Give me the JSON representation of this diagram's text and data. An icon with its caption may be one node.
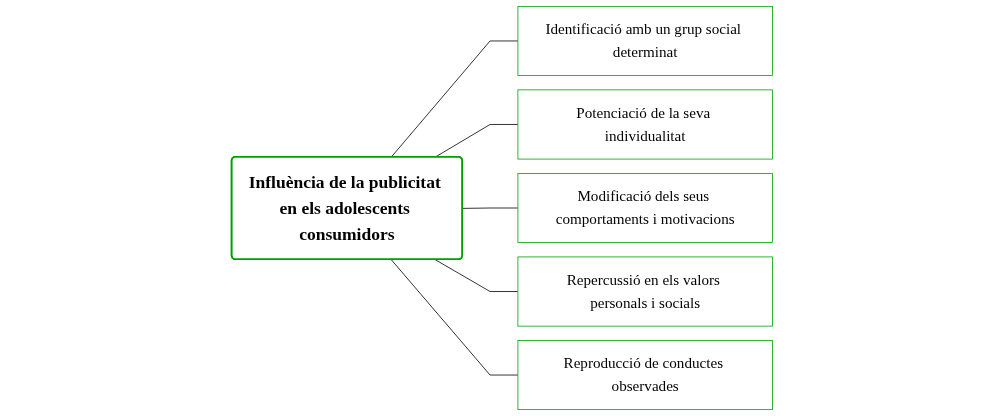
{
  "diagram": {
    "nodes": [
      {
        "text": [
          "Influència de la publicitat en els adolescents consumidors"
        ]
      },
      {
        "text": [
          "Identificació amb un grup social determinat"
        ]
      },
      {
        "text": [
          "Potenciació de la seva individualitat"
        ]
      },
      {
        "text": [
          "Modificació dels seus comportaments i motivacions"
        ]
      },
      {
        "text": [
          "Repercussió en els valors personals i socials"
        ]
      },
      {
        "text": [
          "Reproducció de conductes observades"
        ]
      }
    ],
    "edges": [
      {
        "from": 0,
        "to": 1,
        "arrow": "none"
      },
      {
        "from": 0,
        "to": 2,
        "arrow": "none"
      },
      {
        "from": 0,
        "to": 3,
        "arrow": "none"
      },
      {
        "from": 0,
        "to": 4,
        "arrow": "none"
      },
      {
        "from": 0,
        "to": 5,
        "arrow": "none"
      }
    ]
  }
}
